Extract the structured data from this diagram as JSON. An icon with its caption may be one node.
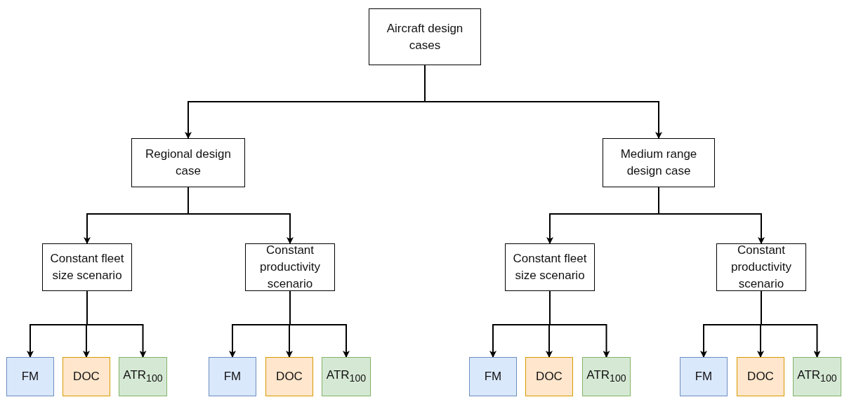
{
  "diagram": {
    "nodes": [
      {
        "text": [
          "Aircraft design cases"
        ]
      },
      {
        "text": [
          "Regional design case"
        ]
      },
      {
        "text": [
          "Medium range design case"
        ]
      },
      {
        "text": [
          "Constant fleet size scenario"
        ]
      },
      {
        "text": [
          "Constant productivity scenario"
        ]
      },
      {
        "text": [
          "Constant fleet size scenario"
        ]
      },
      {
        "text": [
          "Constant productivity scenario"
        ]
      },
      {
        "text": [
          "FM"
        ]
      },
      {
        "text": [
          "DOC"
        ]
      },
      {
        "text": [
          "ATR$_{100}$"
        ]
      },
      {
        "text": [
          "FM"
        ]
      },
      {
        "text": [
          "DOC"
        ]
      },
      {
        "text": [
          "ATR$_{100}$"
        ]
      },
      {
        "text": [
          "FM"
        ]
      },
      {
        "text": [
          "DOC"
        ]
      },
      {
        "text": [
          "ATR$_{100}$"
        ]
      },
      {
        "text": [
          "FM"
        ]
      },
      {
        "text": [
          "DOC"
        ]
      },
      {
        "text": [
          "ATR$_{100}$"
        ]
      }
    ],
    "edges": [
      {
        "from": 0,
        "to": 1,
        "arrow": "to"
      },
      {
        "from": 0,
        "to": 2,
        "arrow": "to"
      },
      {
        "from": 1,
        "to": 3,
        "arrow": "to"
      },
      {
        "from": 1,
        "to": 4,
        "arrow": "to"
      },
      {
        "from": 2,
        "to": 5,
        "arrow": "to"
      },
      {
        "from": 2,
        "to": 6,
        "arrow": "to"
      },
      {
        "from": 3,
        "to": 7,
        "arrow": "to"
      },
      {
        "from": 3,
        "to": 8,
        "arrow": "to"
      },
      {
        "from": 3,
        "to": 9,
        "arrow": "to"
      },
      {
        "from": 4,
        "to": 10,
        "arrow": "to"
      },
      {
        "from": 4,
        "to": 11,
        "arrow": "to"
      },
      {
        "from": 4,
        "to": 12,
        "arrow": "to"
      },
      {
        "from": 5,
        "to": 13,
        "arrow": "to"
      },
      {
        "from": 5,
        "to": 14,
        "arrow": "to"
      },
      {
        "from": 5,
        "to": 15,
        "arrow": "to"
      },
      {
        "from": 6,
        "to": 16,
        "arrow": "to"
      },
      {
        "from": 6,
        "to": 17,
        "arrow": "to"
      },
      {
        "from": 6,
        "to": 18,
        "arrow": "to"
      }
    ]
  }
}
